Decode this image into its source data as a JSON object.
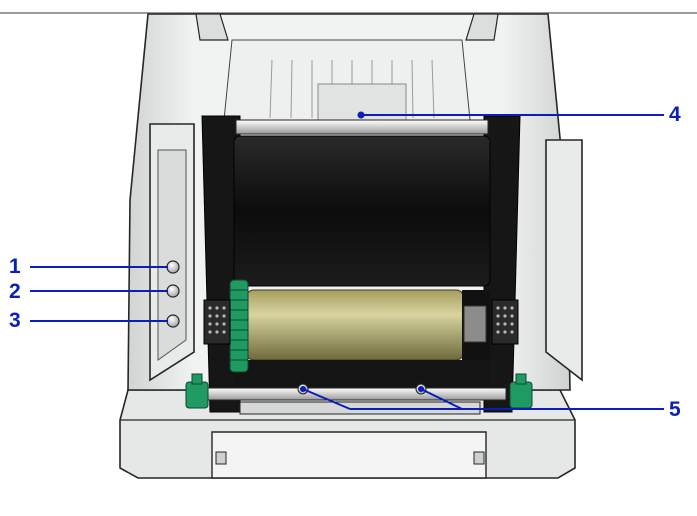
{
  "callouts": [
    {
      "id": "1",
      "label": "1"
    },
    {
      "id": "2",
      "label": "2"
    },
    {
      "id": "3",
      "label": "3"
    },
    {
      "id": "4",
      "label": "4"
    },
    {
      "id": "5",
      "label": "5"
    }
  ],
  "colors": {
    "callout": "#0a1fb8",
    "body": "#e9eaea",
    "outline": "#262626",
    "ribbon": "#121212",
    "spool": "#c4c088",
    "gear": "#1e9a62"
  }
}
